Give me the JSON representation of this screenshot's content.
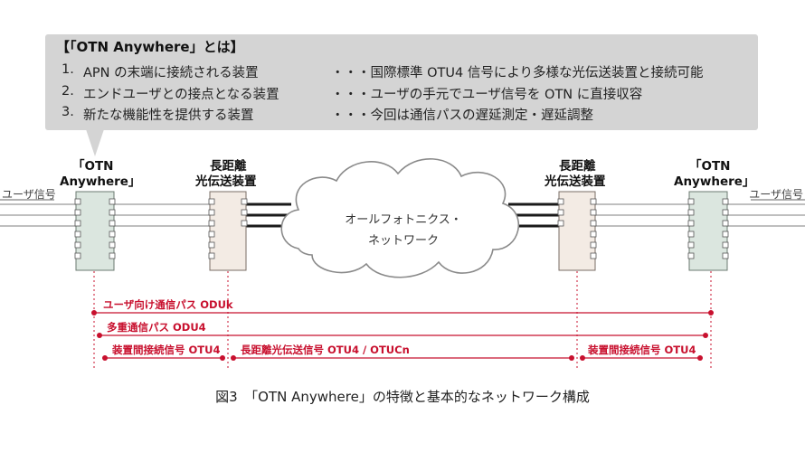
{
  "callout": {
    "title": "【「OTN Anywhere」とは】",
    "items": [
      {
        "num": "1.",
        "text": "APN の末端に接続される装置",
        "detail": "・・・国際標準 OTU4 信号により多様な光伝送装置と接続可能"
      },
      {
        "num": "2.",
        "text": "エンドユーザとの接点となる装置",
        "detail": "・・・ユーザの手元でユーザ信号を OTN に直接収容"
      },
      {
        "num": "3.",
        "text": "新たな機能性を提供する装置",
        "detail": "・・・今回は通信パスの遅延測定・遅延調整"
      }
    ]
  },
  "devices": {
    "otn_left": [
      "「OTN",
      "Anywhere」"
    ],
    "lh_left": [
      "長距離",
      "光伝送装置"
    ],
    "lh_right": [
      "長距離",
      "光伝送装置"
    ],
    "otn_right": [
      "「OTN",
      "Anywhere」"
    ]
  },
  "signals": {
    "user_left": "ユーザ信号",
    "user_right": "ユーザ信号"
  },
  "network": {
    "cloud_lines": [
      "オールフォトニクス・",
      "ネットワーク"
    ]
  },
  "paths": {
    "user_path": "ユーザ向け通信パス ODUk",
    "multiplex_path": "多重通信パス ODU4",
    "interconnect_left": "装置間接続信号 OTU4",
    "long_haul": "長距離光伝送信号 OTU4 / OTUCn",
    "interconnect_right": "装置間接続信号 OTU4"
  },
  "caption": "図3　「OTN Anywhere」の特徴と基本的なネットワーク構成",
  "colors": {
    "callout_bg": "#d4d4d4",
    "otn_device": "#dbe6df",
    "lh_device": "#f3ebe4",
    "path_red": "#c8102e",
    "cloud_fill": "#ffffff"
  }
}
